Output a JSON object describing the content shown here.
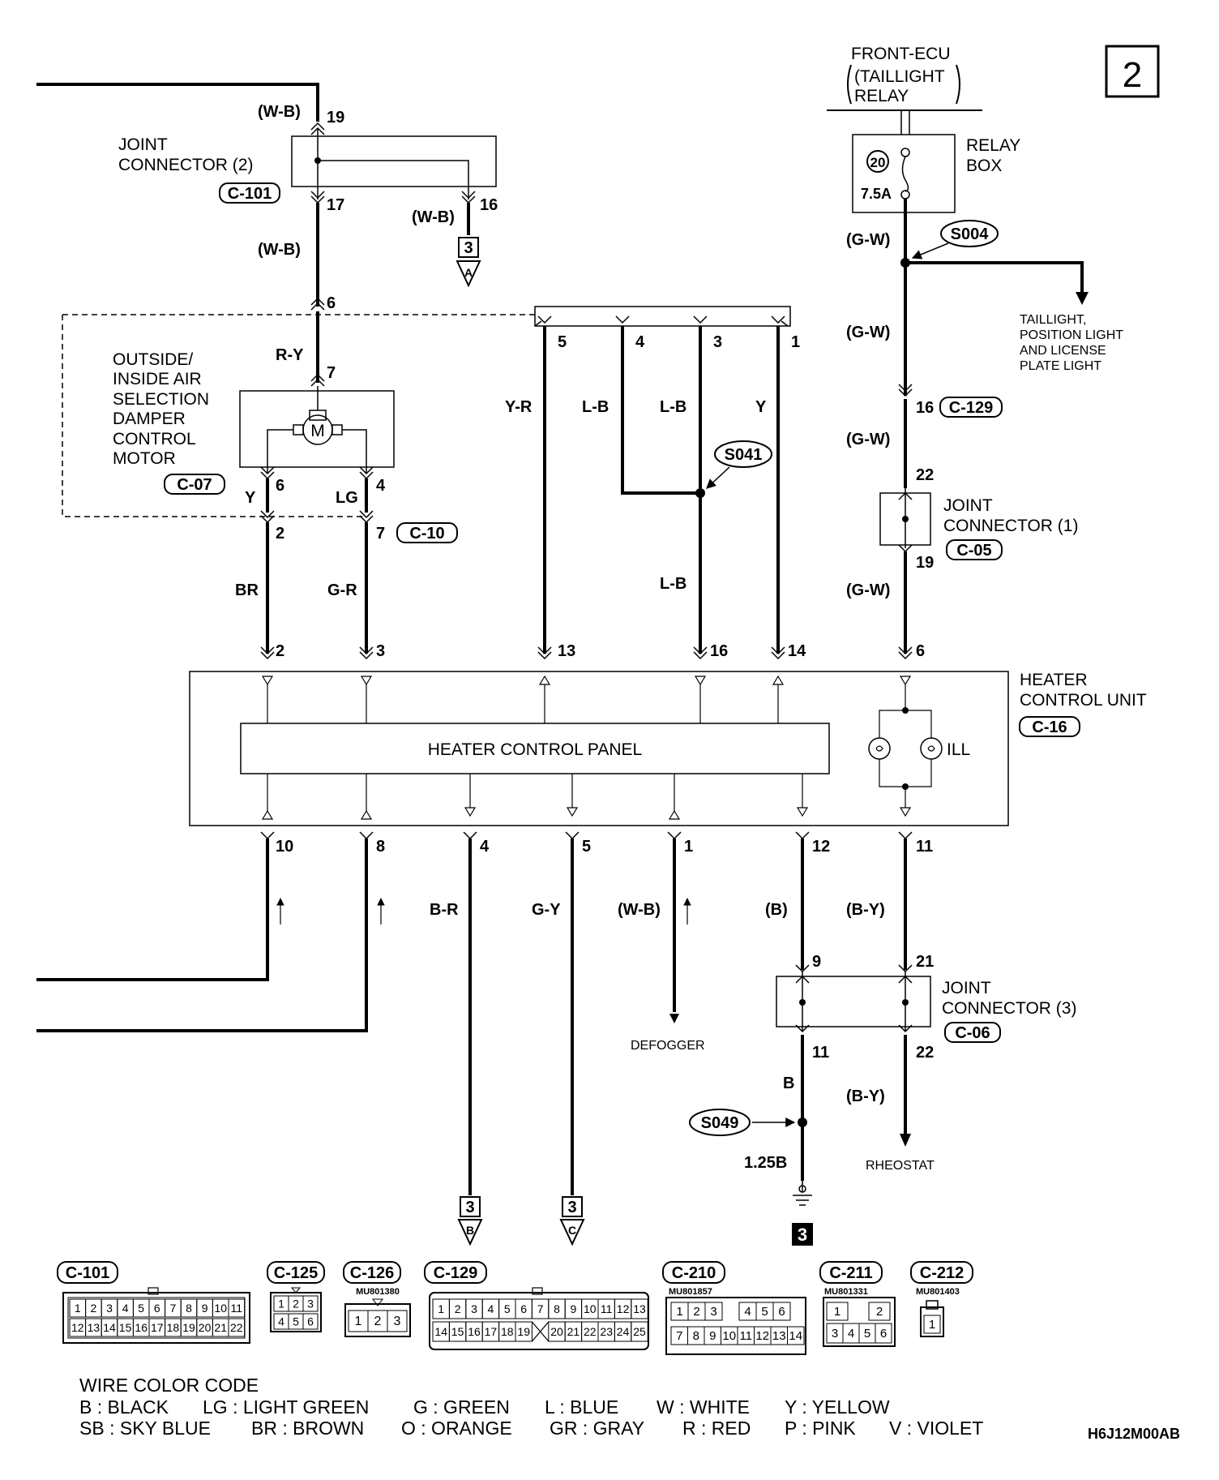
{
  "page": {
    "number": "2",
    "figure_code": "H6J12M00AB"
  },
  "colors": {
    "line": "#000000",
    "background": "#ffffff"
  },
  "top_left": {
    "pin_19": "19",
    "wire_top": "(W-B)",
    "joint2_label_1": "JOINT",
    "joint2_label_2": "CONNECTOR (2)",
    "joint2_id": "C-101",
    "pin_17": "17",
    "pin_16": "16",
    "wire_16": "(W-B)",
    "wire_17": "(W-B)",
    "ref_a_num": "3",
    "ref_a_letter": "A",
    "pin_6": "6",
    "wire_ry": "R-Y",
    "pin_7": "7"
  },
  "motor": {
    "label_lines": [
      "OUTSIDE/",
      "INSIDE AIR",
      "SELECTION",
      "DAMPER",
      "CONTROL",
      "MOTOR"
    ],
    "id": "C-07",
    "motor_symbol": "M",
    "pin_6": "6",
    "pin_4": "4",
    "wire_y": "Y",
    "wire_lg": "LG",
    "c10_pin_2": "2",
    "c10_pin_7": "7",
    "c10_id": "C-10",
    "wire_br": "BR",
    "wire_gr": "G-R"
  },
  "middle": {
    "pins": [
      "5",
      "4",
      "3",
      "1"
    ],
    "wires": [
      "Y-R",
      "L-B",
      "L-B",
      "Y"
    ],
    "splice": "S041",
    "wire_lb_lower": "L-B"
  },
  "right": {
    "ecu_1": "FRONT-ECU",
    "ecu_2": "(TAILLIGHT",
    "ecu_3": "RELAY",
    "fuse_no": "20",
    "fuse_amp": "7.5A",
    "relay_box_1": "RELAY",
    "relay_box_2": "BOX",
    "wire_gw": "(G-W)",
    "splice": "S004",
    "taillight_lines": [
      "TAILLIGHT,",
      "POSITION LIGHT",
      "AND LICENSE",
      "PLATE LIGHT"
    ],
    "pin_16": "16",
    "c129_id": "C-129",
    "pin_22": "22",
    "pin_19": "19",
    "joint1_label_1": "JOINT",
    "joint1_label_2": "CONNECTOR (1)",
    "joint1_id": "C-05"
  },
  "hcu": {
    "pins_top": [
      "2",
      "3",
      "13",
      "16",
      "14",
      "6"
    ],
    "label_1": "HEATER",
    "label_2": "CONTROL UNIT",
    "id": "C-16",
    "panel_label": "HEATER CONTROL PANEL",
    "ill": "ILL",
    "pins_bottom": [
      "10",
      "8",
      "4",
      "5",
      "1",
      "12",
      "11"
    ]
  },
  "bottom": {
    "wire_br": "B-R",
    "wire_gy": "G-Y",
    "wire_wb": "(W-B)",
    "wire_b": "(B)",
    "wire_by": "(B-Y)",
    "defogger": "DEFOGGER",
    "joint3_label_1": "JOINT",
    "joint3_label_2": "CONNECTOR (3)",
    "joint3_id": "C-06",
    "pin_9": "9",
    "pin_21": "21",
    "pin_11": "11",
    "pin_22": "22",
    "wire_b2": "B",
    "wire_by2": "(B-Y)",
    "splice": "S049",
    "gauge": "1.25B",
    "rheostat": "RHEOSTAT",
    "ground_ref": "3",
    "ref_b_num": "3",
    "ref_b_letter": "B",
    "ref_c_num": "3",
    "ref_c_letter": "C"
  },
  "connectors": [
    {
      "id": "C-101",
      "part": "",
      "rows": [
        [
          "1",
          "2",
          "3",
          "4",
          "5",
          "6",
          "7",
          "8",
          "9",
          "10",
          "11"
        ],
        [
          "12",
          "13",
          "14",
          "15",
          "16",
          "17",
          "18",
          "19",
          "20",
          "21",
          "22"
        ]
      ]
    },
    {
      "id": "C-125",
      "part": "",
      "rows": [
        [
          "1",
          "2",
          "3"
        ],
        [
          "4",
          "5",
          "6"
        ]
      ]
    },
    {
      "id": "C-126",
      "part": "MU801380",
      "rows": [
        [
          "1",
          "2",
          "3"
        ]
      ]
    },
    {
      "id": "C-129",
      "part": "",
      "rows": [
        [
          "1",
          "2",
          "3",
          "4",
          "5",
          "6",
          "7",
          "8",
          "9",
          "10",
          "11",
          "12",
          "13"
        ],
        [
          "14",
          "15",
          "16",
          "17",
          "18",
          "19",
          "",
          "20",
          "21",
          "22",
          "23",
          "24",
          "25"
        ]
      ]
    },
    {
      "id": "C-210",
      "part": "MU801857",
      "rows": [
        [
          "1",
          "2",
          "3",
          "",
          "4",
          "5",
          "6"
        ],
        [
          "7",
          "8",
          "9",
          "10",
          "11",
          "12",
          "13",
          "14"
        ]
      ]
    },
    {
      "id": "C-211",
      "part": "MU801331",
      "rows": [
        [
          "1",
          "",
          "2"
        ],
        [
          "3",
          "4",
          "5",
          "6"
        ]
      ]
    },
    {
      "id": "C-212",
      "part": "MU801403",
      "rows": [
        [
          "1"
        ]
      ]
    }
  ],
  "wire_color_code": {
    "title": "WIRE COLOR CODE",
    "row1": [
      "B : BLACK",
      "LG : LIGHT GREEN",
      "G : GREEN",
      "L : BLUE",
      "W : WHITE",
      "Y : YELLOW"
    ],
    "row2": [
      "SB : SKY BLUE",
      "BR : BROWN",
      "O : ORANGE",
      "GR : GRAY",
      "R : RED",
      "P : PINK",
      "V : VIOLET"
    ]
  }
}
